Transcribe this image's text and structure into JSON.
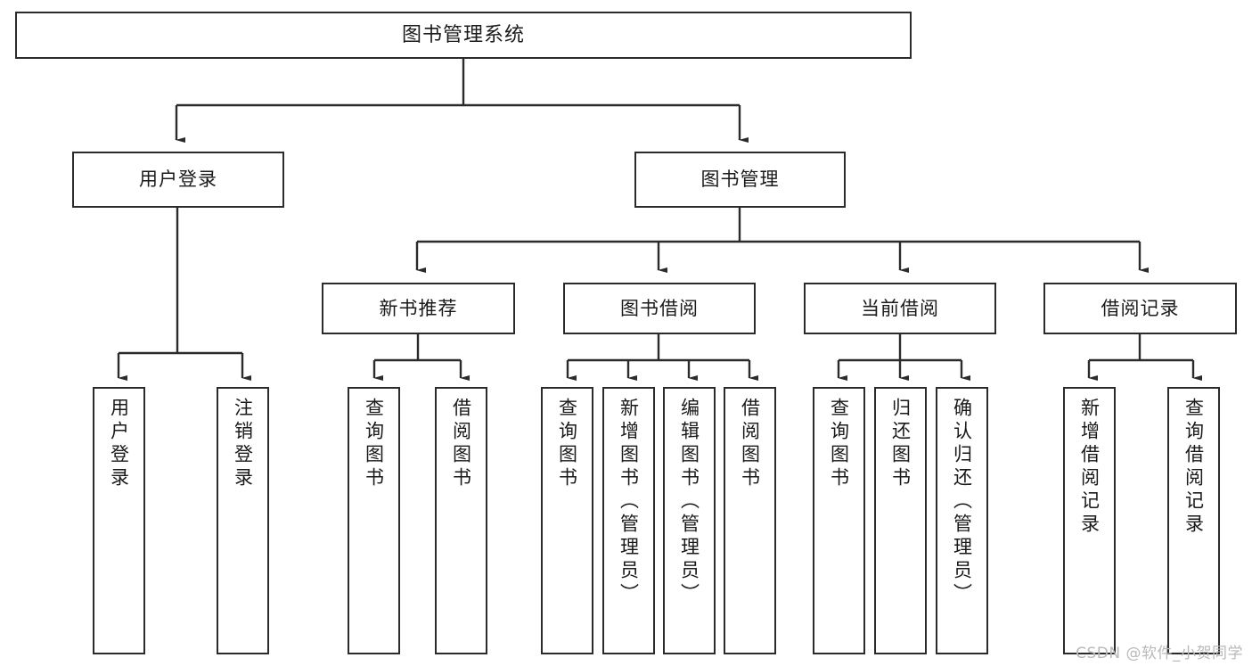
{
  "diagram": {
    "title": "图书管理系统",
    "type": "tree-hierarchy-chart",
    "watermark": "CSDN @软件_小贺同学",
    "colors": {
      "box_border": "#2b2b2b",
      "box_fill": "#ffffff",
      "connector": "#2b2b2b",
      "text": "#1a1a1a",
      "watermark": "#b9b9b9"
    }
  },
  "root": {
    "label": "图书管理系统"
  },
  "level2": [
    {
      "id": "user-login",
      "label": "用户登录"
    },
    {
      "id": "book-management",
      "label": "图书管理"
    }
  ],
  "level3": [
    {
      "id": "new-book-recommend",
      "label": "新书推荐"
    },
    {
      "id": "book-borrow",
      "label": "图书借阅"
    },
    {
      "id": "current-borrow",
      "label": "当前借阅"
    },
    {
      "id": "borrow-record",
      "label": "借阅记录"
    }
  ],
  "leaves": {
    "user_login": [
      {
        "id": "leaf-user-login",
        "label": "用户登录"
      },
      {
        "id": "leaf-logout-login",
        "label": "注销登录"
      }
    ],
    "new_book_recommend": [
      {
        "id": "leaf-query-book-1",
        "label": "查询图书"
      },
      {
        "id": "leaf-borrow-book-1",
        "label": "借阅图书"
      }
    ],
    "book_borrow": [
      {
        "id": "leaf-query-book-2",
        "label": "查询图书"
      },
      {
        "id": "leaf-add-book",
        "label": "新增图书（管理员）"
      },
      {
        "id": "leaf-edit-book",
        "label": "编辑图书（管理员）"
      },
      {
        "id": "leaf-borrow-book-2",
        "label": "借阅图书"
      }
    ],
    "current_borrow": [
      {
        "id": "leaf-query-book-3",
        "label": "查询图书"
      },
      {
        "id": "leaf-return-book",
        "label": "归还图书"
      },
      {
        "id": "leaf-confirm-return",
        "label": "确认归还（管理员）"
      }
    ],
    "borrow_record": [
      {
        "id": "leaf-add-record",
        "label": "新增借阅记录"
      },
      {
        "id": "leaf-query-record",
        "label": "查询借阅记录"
      }
    ]
  }
}
